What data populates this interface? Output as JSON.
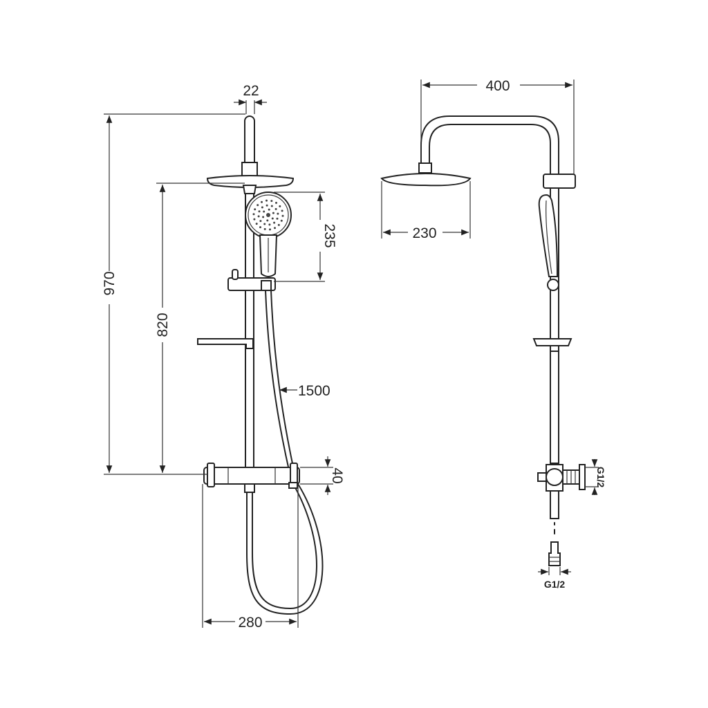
{
  "dimensions": {
    "pipe_diameter": "22",
    "total_height": "970",
    "rail_height": "820",
    "hand_shower_length": "235",
    "hose_length": "1500",
    "mixer_height": "40",
    "mixer_spacing": "280",
    "arm_reach": "400",
    "head_diameter": "230",
    "thread_side": "G1/2",
    "thread_bottom": "G1/2"
  }
}
